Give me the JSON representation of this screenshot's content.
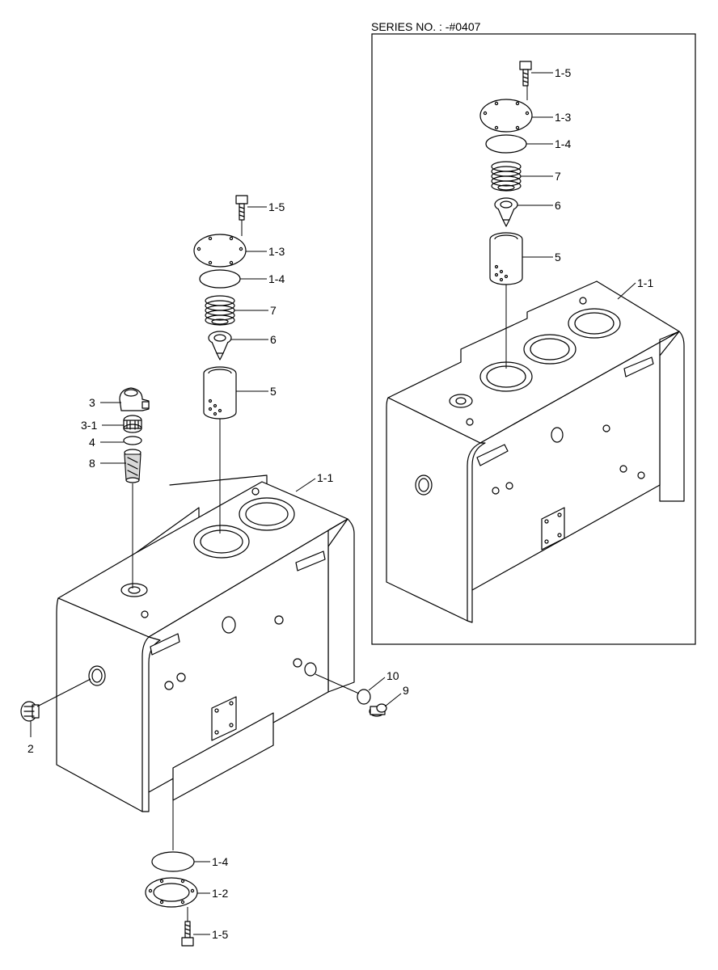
{
  "series_label": "SERIES NO. : -#0407",
  "callouts": {
    "main": {
      "p1_5_top": "1-5",
      "p1_3": "1-3",
      "p1_4_top": "1-4",
      "p7": "7",
      "p6": "6",
      "p5": "5",
      "p3": "3",
      "p3_1": "3-1",
      "p4": "4",
      "p8": "8",
      "p1_1": "1-1",
      "p10": "10",
      "p9": "9",
      "p2": "2",
      "p1_4_bottom": "1-4",
      "p1_2": "1-2",
      "p1_5_bottom": "1-5"
    },
    "inset": {
      "p1_5": "1-5",
      "p1_3": "1-3",
      "p1_4": "1-4",
      "p7": "7",
      "p6": "6",
      "p5": "5",
      "p1_1": "1-1"
    }
  }
}
